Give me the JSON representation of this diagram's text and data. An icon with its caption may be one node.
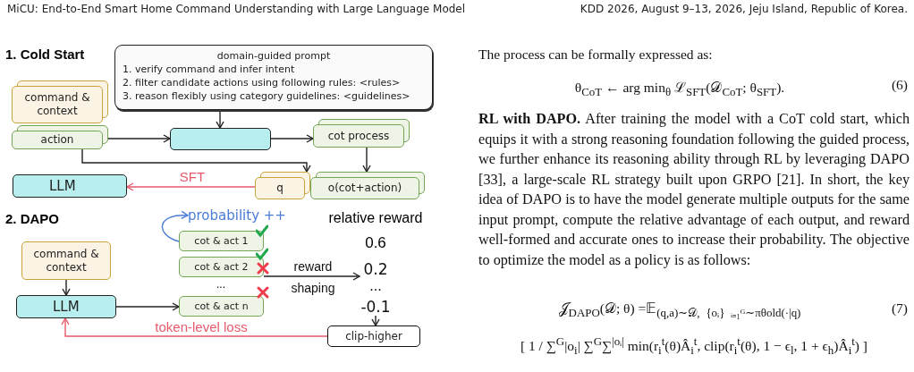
{
  "diagram": {
    "nodes": [
      {
        "text": [
          "domain-guided prompt",
          "1. verify command and infer intent",
          "2. filter candidate actions using following rules: <rules>",
          "3. reason flexibly using category guidelines: <guidelines>"
        ]
      },
      {
        "text": [
          "command & context"
        ]
      },
      {
        "text": [
          "action"
        ]
      },
      {
        "text": [],
        "shape": "box"
      },
      {
        "text": [
          "cot process"
        ]
      },
      {
        "text": [
          "LLM"
        ]
      },
      {
        "text": [
          "q"
        ]
      },
      {
        "text": [
          "o(cot+action)"
        ]
      },
      {
        "text": [
          "command & context"
        ]
      },
      {
        "text": [
          "LLM"
        ]
      },
      {
        "text": [
          "cot & act 1"
        ]
      },
      {
        "text": [
          "cot & act 2"
        ]
      },
      {
        "text": [
          "cot & act n"
        ]
      },
      {
        "text": [
          "0.2"
        ]
      },
      {
        "text": [
          "-0.1"
        ]
      },
      {
        "text": [
          "clip-higher"
        ]
      },
      {
        "text": [
          "probability ++"
        ]
      }
    ],
    "edges": [
      {
        "from": 0,
        "to": 3,
        "arrow": "to"
      },
      {
        "from": 2,
        "to": 3,
        "arrow": "to"
      },
      {
        "from": 3,
        "to": 4,
        "arrow": "to"
      },
      {
        "from": 4,
        "to": 7,
        "arrow": "to"
      },
      {
        "from": 2,
        "to": 6,
        "arrow": "to"
      },
      {
        "from": 6,
        "to": 5,
        "arrow": "to",
        "label": "SFT",
        "color": "#e8596b"
      },
      {
        "from": 8,
        "to": 9,
        "arrow": "to"
      },
      {
        "from": 9,
        "to": 12,
        "arrow": "to"
      },
      {
        "from": 10,
        "to": 16,
        "arrow": "to",
        "color": "#4a7bd6"
      },
      {
        "from": 11,
        "to": 13,
        "arrow": "to",
        "label": "reward shaping"
      },
      {
        "from": 14,
        "to": 15,
        "arrow": "to"
      },
      {
        "from": 15,
        "to": 9,
        "arrow": "to",
        "label": "token-level loss",
        "color": "#e8596b"
      }
    ],
    "labels": [
      "MiCU: End-to-End Smart Home Command Understanding with Large Language Model",
      "KDD 2026, August 9–13, 2026, Jeju Island, Republic of Korea.",
      "1. Cold Start",
      "2. DAPO",
      "relative reward",
      "0.6",
      "...",
      "...",
      "The process can be formally expressed as:",
      "θ$_{CoT}$ ← arg min$_{θ}$ ℒ$_{SFT}$(𝒟$_{CoT}$; θ$_{SFT}$).",
      "(6)",
      "**RL with DAPO.** After training the model with a CoT cold start, which equips it with a strong reasoning foundation following the guided process, we further enhance its reasoning ability through RL by leveraging DAPO [33], a large-scale RL strategy built upon GRPO [21]. In short, the key idea of DAPO is to have the model generate multiple outputs for the same input prompt, compute the relative advantage of each output, and reward well-formed and accurate ones to increase their probability. The objective to optimize the model as a policy is as follows:",
      "𝒥$_{DAPO}$(𝒟; θ) =𝔼$_{(q,a)∼𝒟,｛oᵢ｝ᵢ₌₁ᴳ∼πθold(·|q)}$",
      "(7)",
      "[ 1 / ∑$^{G}$|o$_{i}$| ∑$^{G}$∑$^{|oᵢ|}$ min(r$_{i}$$^{t}$(θ)Â$_{i}$$^{t}$, clip(r$_{i}$$^{t}$(θ), 1 − ϵ$_{l}$, 1 + ϵ$_{h}$)Â$_{i}$$^{t}$) ]"
    ]
  }
}
